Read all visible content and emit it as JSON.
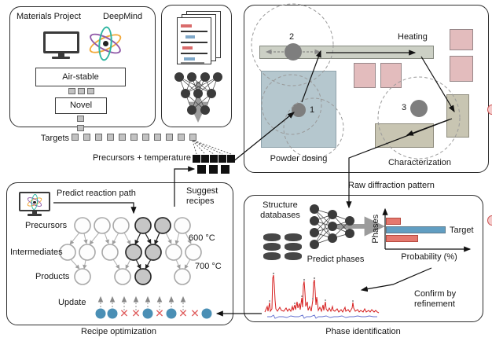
{
  "top_left": {
    "materials_project": "Materials Project",
    "deepmind": "DeepMind",
    "air_stable": "Air-stable",
    "novel": "Novel",
    "targets": "Targets"
  },
  "flow": {
    "precursors_temperature": "Precursors + temperature",
    "raw_pattern": "Raw diffraction pattern"
  },
  "lab": {
    "heating": "Heating",
    "powder_dosing": "Powder dosing",
    "characterization": "Characterization",
    "station_1": "1",
    "station_2": "2",
    "station_3": "3"
  },
  "recipe": {
    "predict_reaction_path": "Predict reaction path",
    "suggest_line1": "Suggest",
    "suggest_line2": "recipes",
    "precursors": "Precursors",
    "intermediates": "Intermediates",
    "products": "Products",
    "temp_600": "600 °C",
    "temp_700": "700 °C",
    "update": "Update",
    "caption": "Recipe optimization",
    "outcomes": [
      "success",
      "success",
      "fail",
      "fail",
      "success",
      "fail",
      "success",
      "fail",
      "fail",
      "success"
    ]
  },
  "phase": {
    "structure_line1": "Structure",
    "structure_line2": "databases",
    "predict_phases": "Predict phases",
    "confirm_line1": "Confirm by",
    "confirm_line2": "refinement",
    "caption": "Phase identification"
  },
  "chart_data": {
    "type": "bar",
    "orientation": "horizontal",
    "ylabel": "Phases",
    "xlabel": "Probability (%)",
    "xlim": [
      0,
      100
    ],
    "bars": [
      {
        "label": "",
        "value": 18,
        "color": "#e4786e",
        "border": "#b5493f"
      },
      {
        "label": "Target",
        "value": 70,
        "color": "#619ec2",
        "border": "#5d7a8a"
      },
      {
        "label": "",
        "value": 38,
        "color": "#e4786e",
        "border": "#b5493f"
      }
    ]
  },
  "icons": {
    "x_mark": "✕",
    "list": [
      "monitor-icon",
      "atom-icon",
      "documents-icon",
      "neural-network-icon",
      "database-icon"
    ]
  },
  "colors": {
    "success_dot": "#4a8fb5",
    "fail_x": "#df5f5f",
    "target_bar": "#619ec2",
    "other_phase_bar": "#e4786e",
    "diffraction_observed": "#d62020",
    "diffraction_difference": "#6470cf"
  }
}
